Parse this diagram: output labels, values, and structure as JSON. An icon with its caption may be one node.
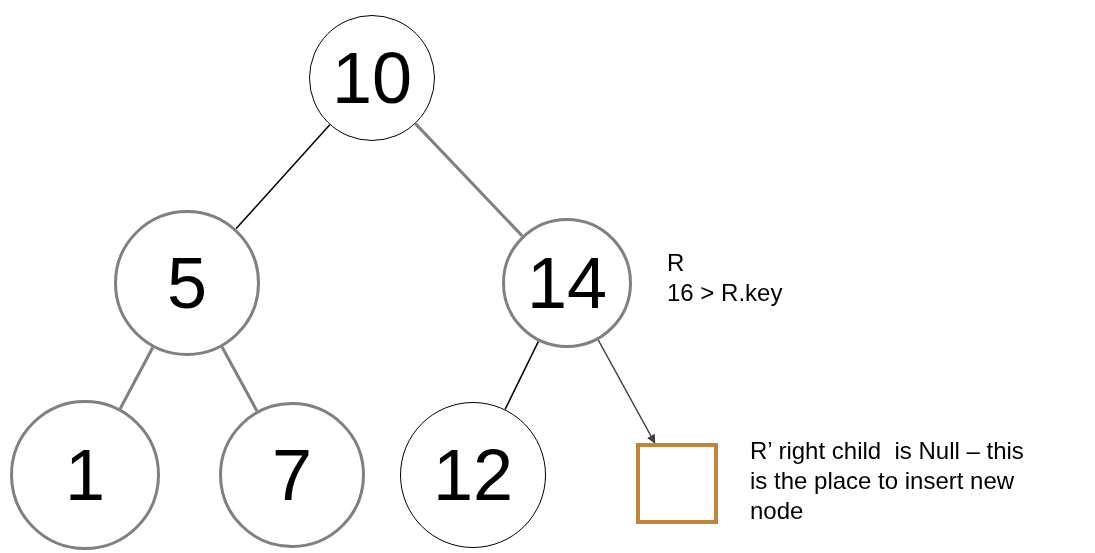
{
  "diagram": {
    "nodes": [
      {
        "text": [
          "10"
        ]
      },
      {
        "text": [
          "5"
        ]
      },
      {
        "text": [
          "14"
        ],
        "beside": [
          "R",
          "16 > R.key"
        ]
      },
      {
        "text": [
          "1"
        ]
      },
      {
        "text": [
          "7"
        ]
      },
      {
        "text": [
          "12"
        ]
      },
      {
        "text": [],
        "shape": "box",
        "beside": [
          "R’ right child  is Null – this is the place to insert new node"
        ]
      }
    ],
    "edges": [
      {
        "from": 0,
        "to": 1,
        "arrow": "none",
        "color": "#000000"
      },
      {
        "from": 0,
        "to": 2,
        "arrow": "none"
      },
      {
        "from": 1,
        "to": 3,
        "arrow": "none"
      },
      {
        "from": 1,
        "to": 4,
        "arrow": "none"
      },
      {
        "from": 2,
        "to": 5,
        "arrow": "none",
        "color": "#000000"
      },
      {
        "from": 2,
        "to": 6,
        "arrow": "to",
        "color": "#404040"
      }
    ]
  }
}
